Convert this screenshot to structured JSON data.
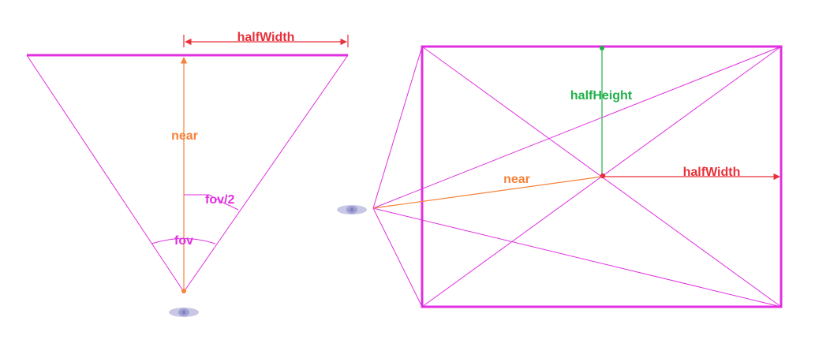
{
  "colors": {
    "frustum": "#e030e0",
    "near": "#f5823a",
    "half_width": "#e8303a",
    "half_height": "#22b04a",
    "fov": "#e030e0",
    "eye": "#c8c8e6"
  },
  "left_diagram": {
    "half_width_label": "halfWidth",
    "near_label": "near",
    "half_fov_label": "fov/2",
    "fov_label": "fov",
    "eye_icon": "eye-icon"
  },
  "right_diagram": {
    "half_height_label": "halfHeight",
    "near_label": "near",
    "half_width_label": "halfWidth",
    "eye_icon": "eye-icon"
  }
}
